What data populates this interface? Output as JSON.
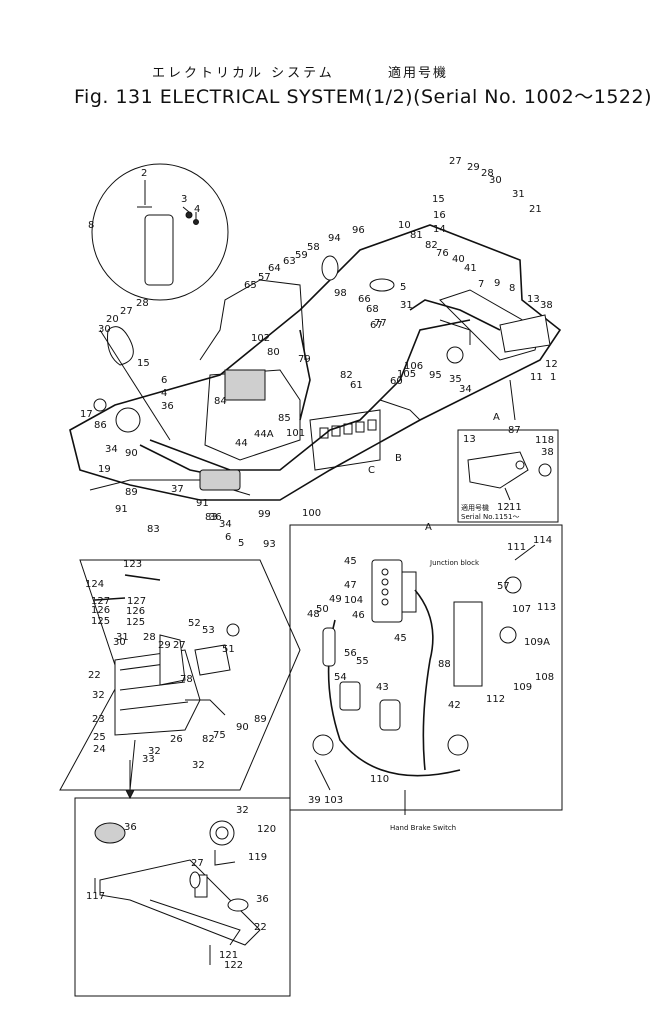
{
  "title": {
    "jp_main": "エレクトリカル システム",
    "jp_serial": "適用号機",
    "fig_label": "Fig. 131",
    "main_text": "ELECTRICAL SYSTEM(1/2)",
    "serial_text": "(Serial No. 1002～1522)"
  },
  "labels": {
    "junction_block": "Junction block",
    "hand_brake_switch": "Hand Brake Switch",
    "inset_serial_jp": "適用号機",
    "inset_serial": "Serial No.1151～",
    "view_a": "A"
  },
  "callouts_main": [
    "2",
    "3",
    "4",
    "8",
    "27",
    "29",
    "28",
    "30",
    "31",
    "21",
    "15",
    "16",
    "14",
    "10",
    "81",
    "82",
    "76",
    "40",
    "41",
    "7",
    "9",
    "8",
    "13",
    "38",
    "12",
    "1",
    "11",
    "94",
    "96",
    "58",
    "59",
    "63",
    "64",
    "57",
    "65",
    "98",
    "66",
    "68",
    "67",
    "77",
    "5",
    "31",
    "27",
    "28",
    "30",
    "20",
    "15",
    "6",
    "4",
    "36",
    "17",
    "86",
    "34",
    "90",
    "91",
    "89",
    "83",
    "19",
    "37",
    "91",
    "36",
    "83",
    "34",
    "6",
    "5",
    "93",
    "99",
    "100",
    "102",
    "80",
    "79",
    "82",
    "61",
    "60",
    "105",
    "106",
    "95",
    "35",
    "34",
    "A",
    "87",
    "84",
    "44",
    "44A",
    "85",
    "101",
    "C",
    "B"
  ],
  "callouts_inset_serial": [
    "13",
    "118",
    "38",
    "12",
    "11"
  ],
  "callouts_lower_left": [
    "123",
    "124",
    "127",
    "126",
    "125",
    "127",
    "126",
    "125",
    "52",
    "53",
    "51",
    "31",
    "30",
    "28",
    "29",
    "27",
    "22",
    "78",
    "32",
    "23",
    "25",
    "24",
    "32",
    "26",
    "33",
    "82",
    "32",
    "75",
    "89",
    "90"
  ],
  "callouts_view_a": [
    "111",
    "114",
    "57",
    "113",
    "107",
    "109A",
    "108",
    "109",
    "112",
    "45",
    "47",
    "104",
    "46",
    "45",
    "48",
    "50",
    "49",
    "88",
    "56",
    "55",
    "54",
    "43",
    "42",
    "39",
    "103",
    "110"
  ],
  "callouts_bottom": [
    "36",
    "32",
    "120",
    "119",
    "27",
    "117",
    "36",
    "22",
    "121",
    "122"
  ]
}
